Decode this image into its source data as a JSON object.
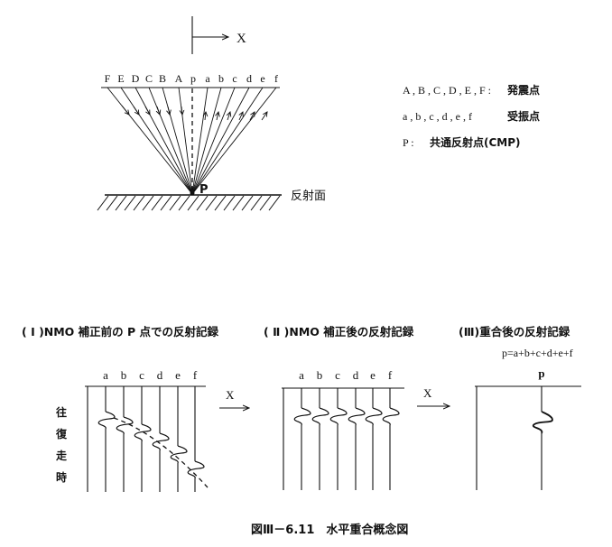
{
  "top": {
    "x_axis_label": "X",
    "source_labels": [
      "F",
      "E",
      "D",
      "C",
      "B",
      "A"
    ],
    "receiver_labels": [
      "p",
      "a",
      "b",
      "c",
      "d",
      "e",
      "f"
    ],
    "point_label": "P",
    "reflector_label": "反射面"
  },
  "legend": [
    {
      "symbols": "A , B , C , D , E , F :",
      "meaning": "発震点"
    },
    {
      "symbols": "a , b , c , d , e , f",
      "meaning": "受振点"
    },
    {
      "symbols": "P :",
      "meaning": "共通反射点(CMP)"
    }
  ],
  "panels": [
    {
      "title": "( Ⅰ )NMO 補正前の P 点での反射記録",
      "trace_labels": [
        "a",
        "b",
        "c",
        "d",
        "e",
        "f"
      ]
    },
    {
      "title": "( Ⅱ )NMO 補正後の反射記録",
      "trace_labels": [
        "a",
        "b",
        "c",
        "d",
        "e",
        "f"
      ]
    },
    {
      "title": "(Ⅲ)重合後の反射記録",
      "formula": "p=a+b+c+d+e+f",
      "trace_labels": [
        "p"
      ]
    }
  ],
  "arrow_labels": [
    "X",
    "X"
  ],
  "time_axis_chars": [
    "往",
    "復",
    "走",
    "時"
  ],
  "caption": "図Ⅲ－6.11　水平重合概念図"
}
